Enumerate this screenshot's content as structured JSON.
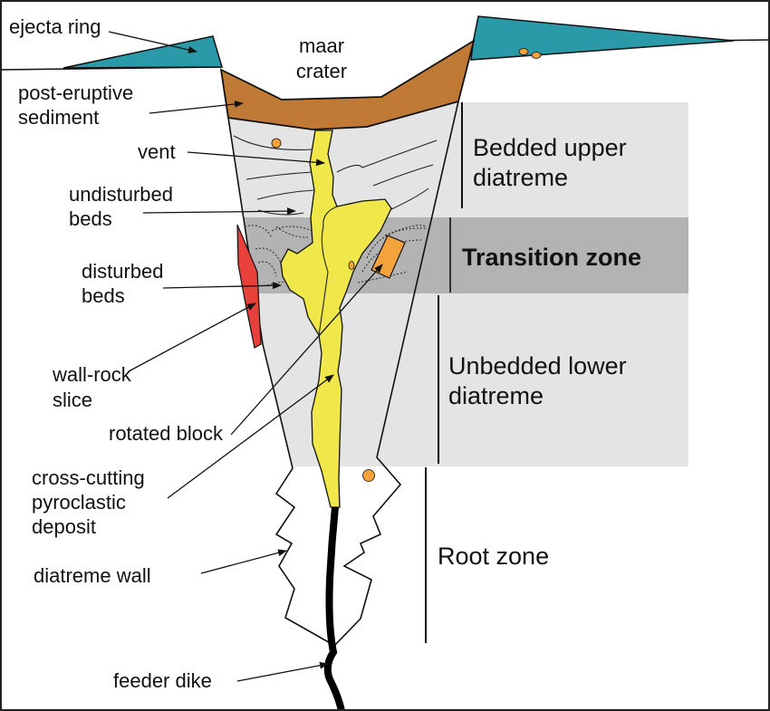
{
  "colors": {
    "ejecta": "#2a9aa8",
    "sediment": "#c07a35",
    "vent": "#f0e84a",
    "wall_rock": "#e8403a",
    "block": "#f4a23c",
    "upper_band": "#e4e4e4",
    "transition_band": "#b3b3b3",
    "dike": "#000000"
  },
  "labels": {
    "ejecta_ring": "ejecta ring",
    "maar_crater": [
      "maar",
      "crater"
    ],
    "post_eruptive_sediment": [
      "post-eruptive",
      "sediment"
    ],
    "vent": "vent",
    "undisturbed_beds": [
      "undisturbed",
      "beds"
    ],
    "disturbed_beds": [
      "disturbed",
      "beds"
    ],
    "wall_rock_slice": [
      "wall-rock",
      "slice"
    ],
    "rotated_block": "rotated block",
    "cross_cutting": [
      "cross-cutting",
      "pyroclastic",
      "deposit"
    ],
    "diatreme_wall": "diatreme wall",
    "feeder_dike": "feeder dike"
  },
  "zones": {
    "bedded_upper": [
      "Bedded upper",
      "diatreme"
    ],
    "transition": "Transition zone",
    "unbedded_lower": [
      "Unbedded lower",
      "diatreme"
    ],
    "root": "Root zone"
  }
}
